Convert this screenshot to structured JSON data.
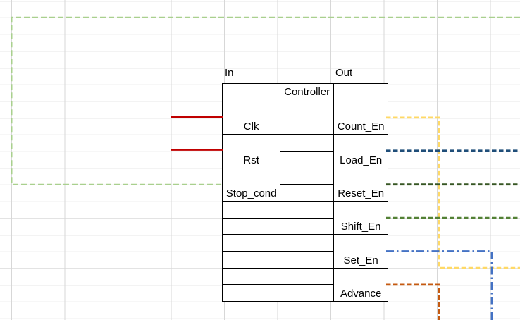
{
  "sheet": {
    "in_header": "In",
    "out_header": "Out"
  },
  "controller": {
    "title": "Controller"
  },
  "inputs": [
    {
      "label": "Clk"
    },
    {
      "label": "Rst"
    },
    {
      "label": "Stop_cond"
    }
  ],
  "outputs": [
    {
      "label": "Count_En"
    },
    {
      "label": "Load_En"
    },
    {
      "label": "Reset_En"
    },
    {
      "label": "Shift_En"
    },
    {
      "label": "Set_En"
    },
    {
      "label": "Advance"
    }
  ],
  "colors": {
    "marquee": "#a9d08e",
    "input_wire": "#c00000",
    "count_en": "#ffd966",
    "load_en": "#1f4e79",
    "reset_en": "#375623",
    "shift_en": "#538135",
    "set_en": "#4472c4",
    "advance": "#c55a11"
  }
}
